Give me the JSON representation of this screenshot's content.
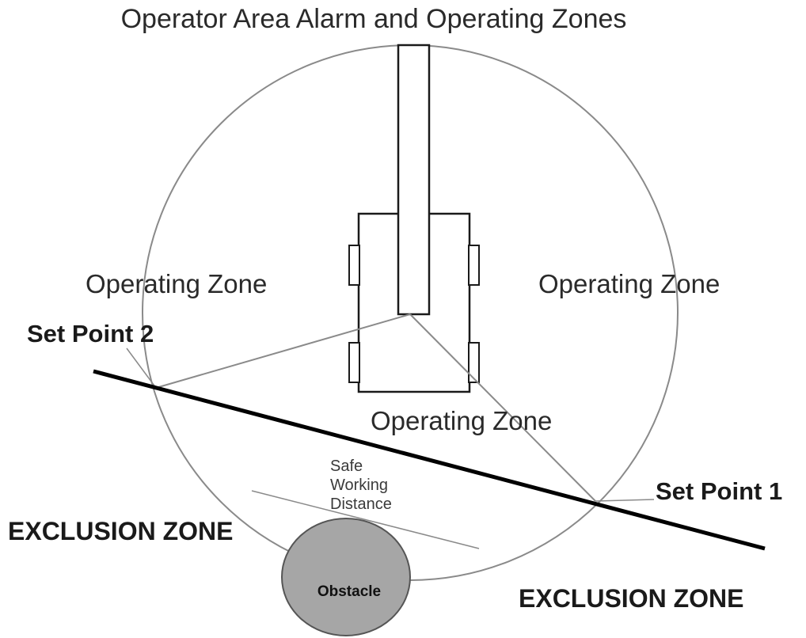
{
  "title": "Operator Area Alarm and Operating Zones",
  "labels": {
    "operating_zone_left": "Operating Zone",
    "operating_zone_right": "Operating Zone",
    "operating_zone_bottom": "Operating Zone",
    "set_point_1": "Set Point 1",
    "set_point_2": "Set Point 2",
    "exclusion_zone_left": "EXCLUSION ZONE",
    "exclusion_zone_right": "EXCLUSION ZONE",
    "safe_working_distance": [
      "Safe",
      "Working",
      "Distance"
    ],
    "obstacle": "Obstacle"
  },
  "colors": {
    "circle_stroke": "#8a8a8a",
    "boundary_line": "#000000",
    "obstacle_fill": "#a6a6a6",
    "machine_stroke": "#1a1a1a"
  }
}
